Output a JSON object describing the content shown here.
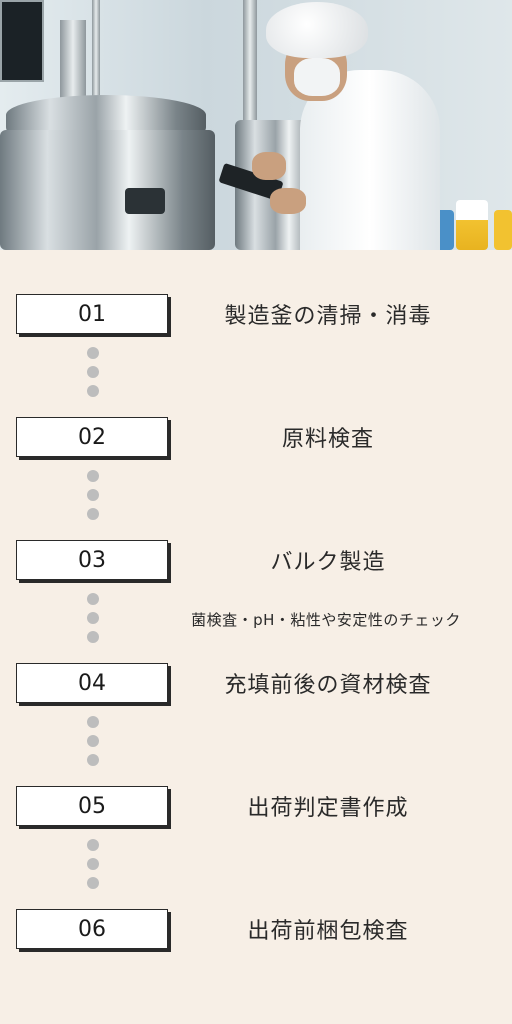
{
  "photo": {
    "alt_description_icon": "factory-photo"
  },
  "steps": [
    {
      "number": "01",
      "label": "製造釜の清掃・消毒"
    },
    {
      "number": "02",
      "label": "原料検査"
    },
    {
      "number": "03",
      "label": "バルク製造"
    },
    {
      "number": "04",
      "label": "充填前後の資材検査"
    },
    {
      "number": "05",
      "label": "出荷判定書作成"
    },
    {
      "number": "06",
      "label": "出荷前梱包検査"
    }
  ],
  "sub_note": "菌検査・pH・粘性や安定性のチェック",
  "colors": {
    "background": "#f7efe6",
    "box_border": "#2a2a2a",
    "dot": "#bdbdbd"
  }
}
